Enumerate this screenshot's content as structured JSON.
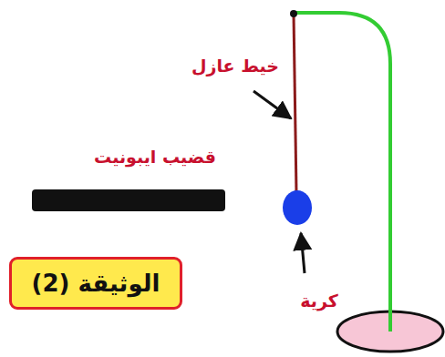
{
  "diagram": {
    "nodes": [
      {
        "text": [
          "الوثيقة (2)"
        ]
      }
    ],
    "labels": [
      "خيط عازل",
      "قضيب ايبونيت",
      "كرية"
    ]
  }
}
